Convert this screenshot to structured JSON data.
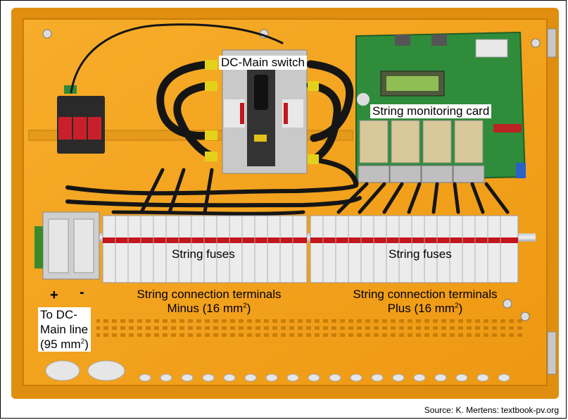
{
  "labels": {
    "dc_main_switch": "DC-Main switch",
    "string_monitoring_card": "String monitoring card",
    "string_fuses_left": "String fuses",
    "string_fuses_right": "String fuses",
    "terminals_minus_line1": "String connection terminals",
    "terminals_minus_line2": "Minus (16 mm",
    "terminals_plus_line1": "String connection terminals",
    "terminals_plus_line2": "Plus (16 mm",
    "superscript_2": "2",
    "close_paren": ")",
    "plus_sign": "+",
    "minus_sign": "-",
    "to_dc_line1": "To DC-",
    "to_dc_line2": "Main line",
    "to_dc_line3": "(95 mm"
  },
  "source": "Source: K. Mertens: textbook-pv.org",
  "colors": {
    "enclosure": "#f5a21a",
    "enclosure_dark": "#d98a0c",
    "pcb": "#2e8b3a",
    "cable": "#111111",
    "fuse_body": "#e8e8e8",
    "fuse_accent": "#c4151c",
    "label_bg": "#ffffff"
  }
}
